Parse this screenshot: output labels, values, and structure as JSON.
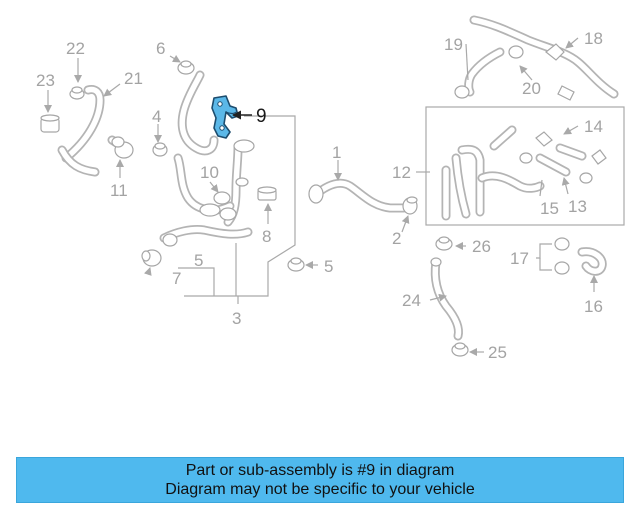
{
  "diagram": {
    "highlighted_part": "9",
    "highlight_color": "#5bb8e8",
    "callouts": {
      "c1": "1",
      "c2": "2",
      "c3": "3",
      "c4": "4",
      "c5a": "5",
      "c5b": "5",
      "c6": "6",
      "c7": "7",
      "c8": "8",
      "c9": "9",
      "c10": "10",
      "c11": "11",
      "c12": "12",
      "c13": "13",
      "c14": "14",
      "c15": "15",
      "c16": "16",
      "c17": "17",
      "c18": "18",
      "c19": "19",
      "c20": "20",
      "c21": "21",
      "c22": "22",
      "c23": "23",
      "c24": "24",
      "c25": "25",
      "c26": "26"
    }
  },
  "banner": {
    "line1": "Part or sub-assembly is #9 in diagram",
    "line2": "Diagram may not be specific to your vehicle",
    "background": "#4fb9ee"
  }
}
